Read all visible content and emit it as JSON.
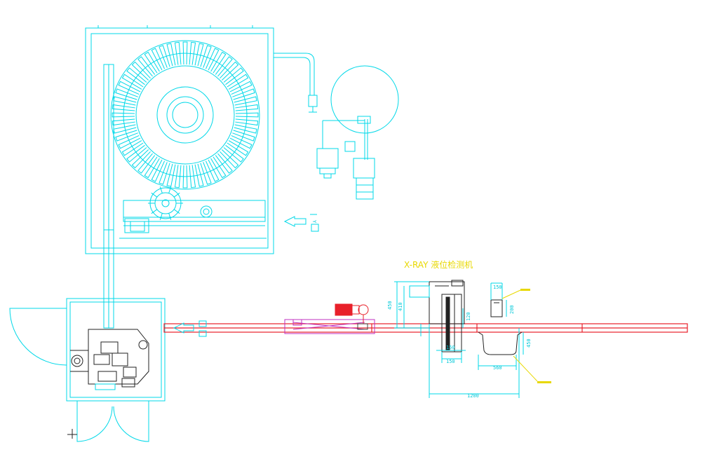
{
  "drawing": {
    "title": "X-RAY 液位检测机",
    "colors": {
      "line": "#00d8e8",
      "conveyor": "#e8202a",
      "guide": "#c030c0",
      "title": "#e8d800",
      "leader": "#e8d800",
      "detail": "#222222"
    },
    "dimensions": {
      "d450": "450",
      "d410": "410",
      "d120": "120",
      "d150a": "150",
      "d150b": "150",
      "d150c": "150",
      "d200": "200",
      "d450b": "450",
      "d560": "560",
      "d1200": "1200"
    }
  }
}
